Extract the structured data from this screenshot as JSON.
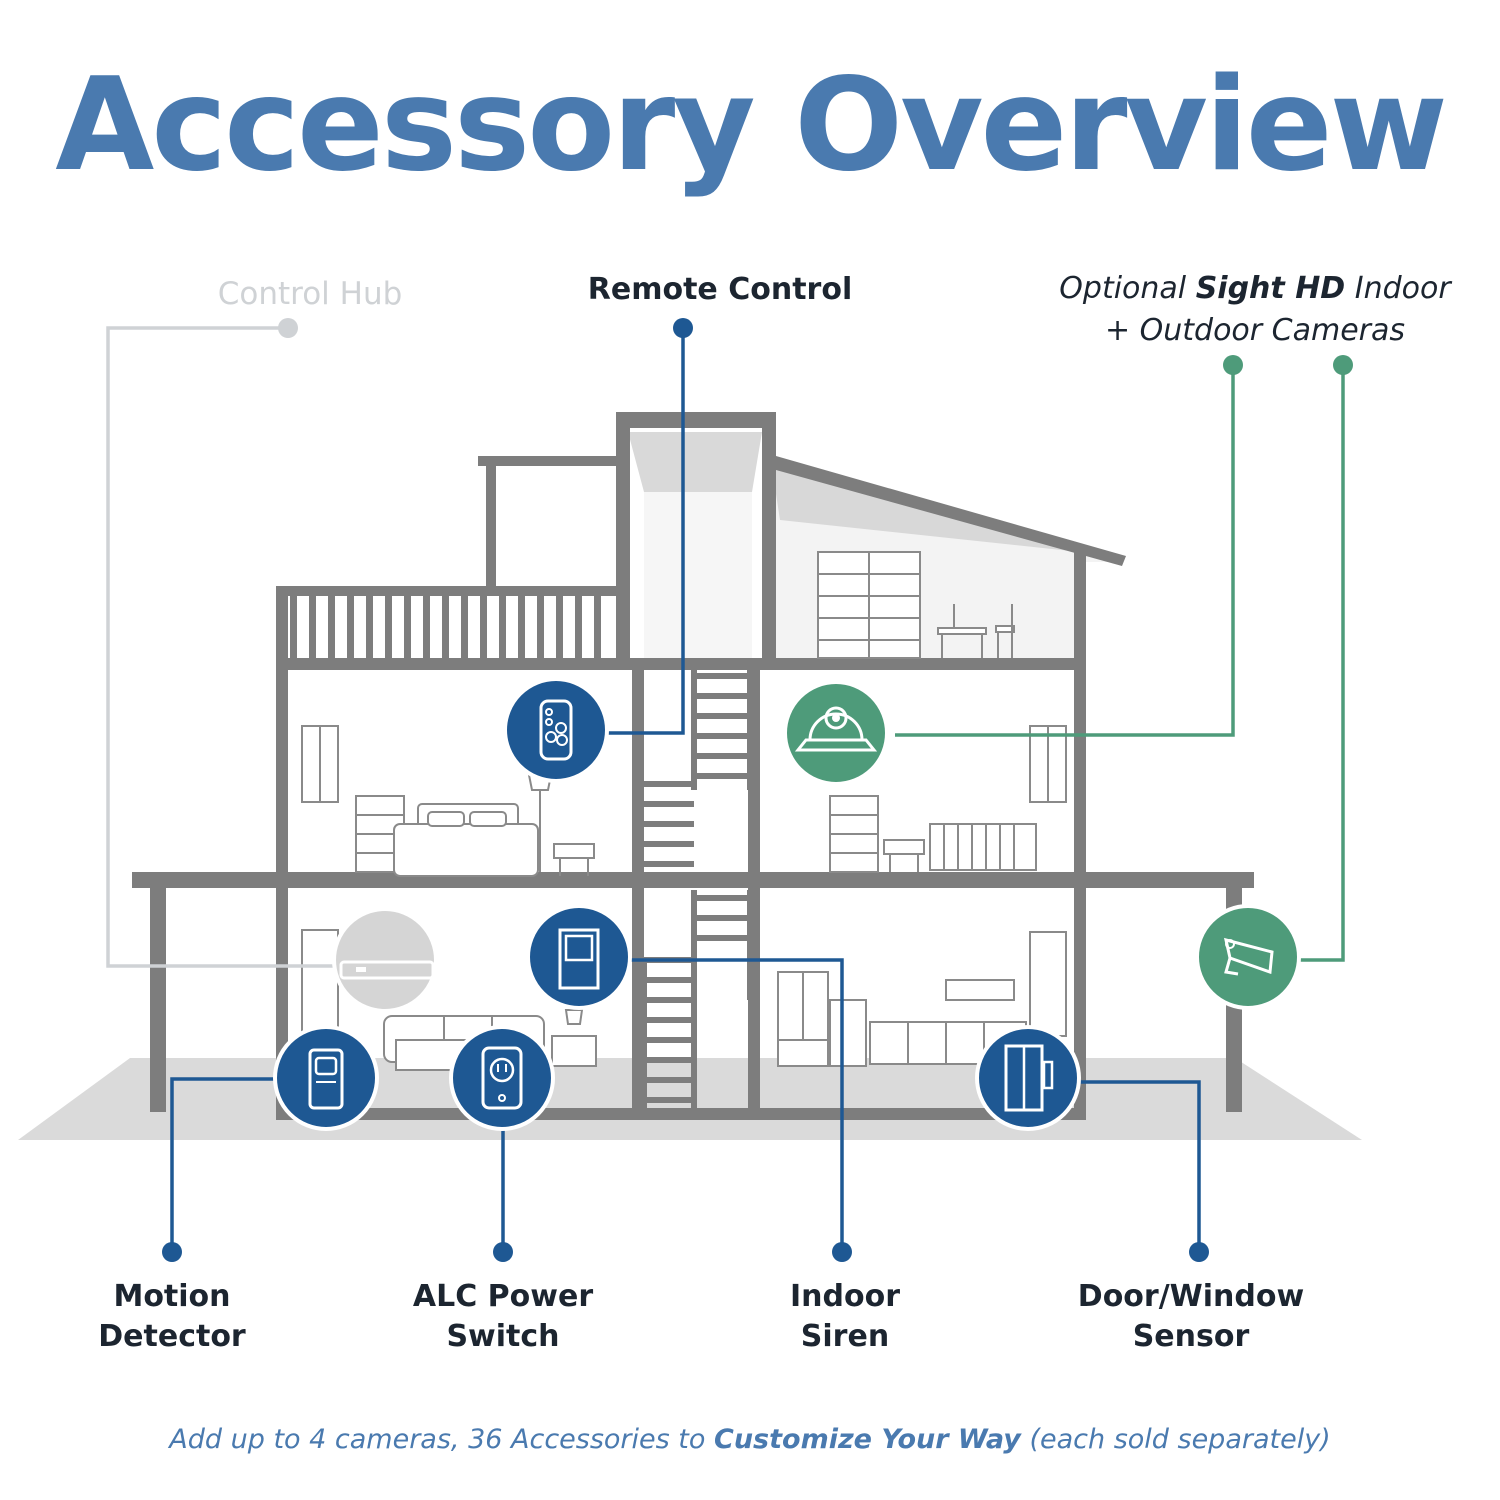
{
  "title": "Accessory Overview",
  "colors": {
    "title_blue": "#4a7aaf",
    "device_blue": "#1e5893",
    "camera_green": "#4e9b7a",
    "house_gray": "#7d7d7d",
    "muted_gray": "#cfd2d5",
    "ground_gray": "#dadada"
  },
  "labels": {
    "control_hub": "Control Hub",
    "remote_control": "Remote Control",
    "cameras": {
      "prefix": "Optional ",
      "brand": "Sight HD",
      "suffix": " Indoor",
      "line2": "+ Outdoor Cameras"
    },
    "motion_detector": [
      "Motion",
      "Detector"
    ],
    "alc_power_switch": [
      "ALC Power",
      "Switch"
    ],
    "indoor_siren": [
      "Indoor",
      "Siren"
    ],
    "door_window_sensor": [
      "Door/Window",
      "Sensor"
    ]
  },
  "icons": {
    "control_hub": "hub-icon",
    "remote_control": "remote-icon",
    "indoor_camera": "dome-camera-icon",
    "outdoor_camera": "bullet-camera-icon",
    "indoor_siren": "siren-icon",
    "motion_detector": "motion-sensor-icon",
    "alc_power_switch": "power-outlet-icon",
    "door_window_sensor": "door-sensor-icon"
  },
  "footer": {
    "prefix": "Add up to 4 cameras, 36 Accessories to ",
    "emphasis": "Customize Your Way",
    "suffix": " (each sold separately)"
  }
}
